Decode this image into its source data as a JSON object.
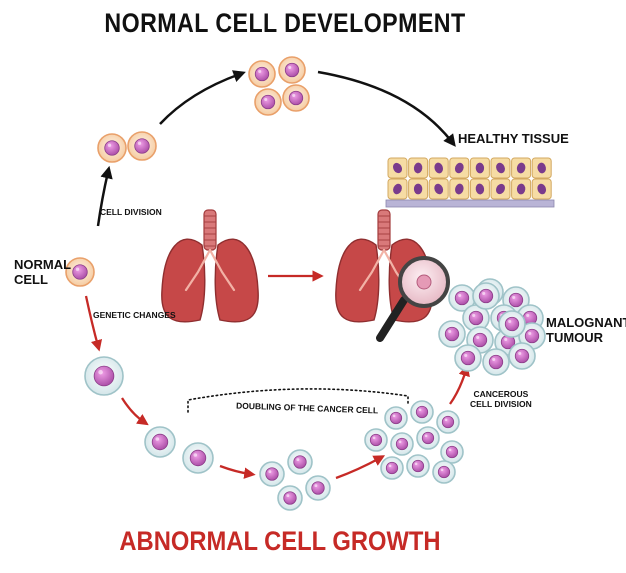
{
  "titles": {
    "top": "NORMAL CELL DEVELOPMENT",
    "bottom": "ABNORMAL CELL GROWTH"
  },
  "labels": {
    "healthy_tissue": "HEALTHY TISSUE",
    "cell_division": "CELL DIVISION",
    "normal_cell_line1": "NORMAL",
    "normal_cell_line2": "CELL",
    "genetic_changes": "GENETIC CHANGES",
    "doubling": "DOUBLING OF THE CANCER CELL",
    "cancerous_line1": "CANCEROUS",
    "cancerous_line2": "CELL DIVISION",
    "tumour_line1": "MALOGNANT",
    "tumour_line2": "TUMOUR"
  },
  "colors": {
    "normal_cell_fill": "#f7d7b4",
    "normal_cell_stroke": "#e9a06a",
    "nucleus_fill": "#c86cc0",
    "nucleus_stroke": "#8a3c88",
    "cancer_cell_fill": "#dcecef",
    "cancer_cell_stroke": "#9fc3c8",
    "black_arrow": "#111111",
    "red_arrow": "#c62a26",
    "lung_fill": "#c64848",
    "tissue_fill": "#f6dca4",
    "tissue_nucleus": "#7a3b8c"
  },
  "icons": [
    "normal-cell-icon",
    "cancer-cell-icon",
    "lungs-icon",
    "magnifying-glass-icon",
    "healthy-tissue-icon",
    "tumour-icon"
  ]
}
